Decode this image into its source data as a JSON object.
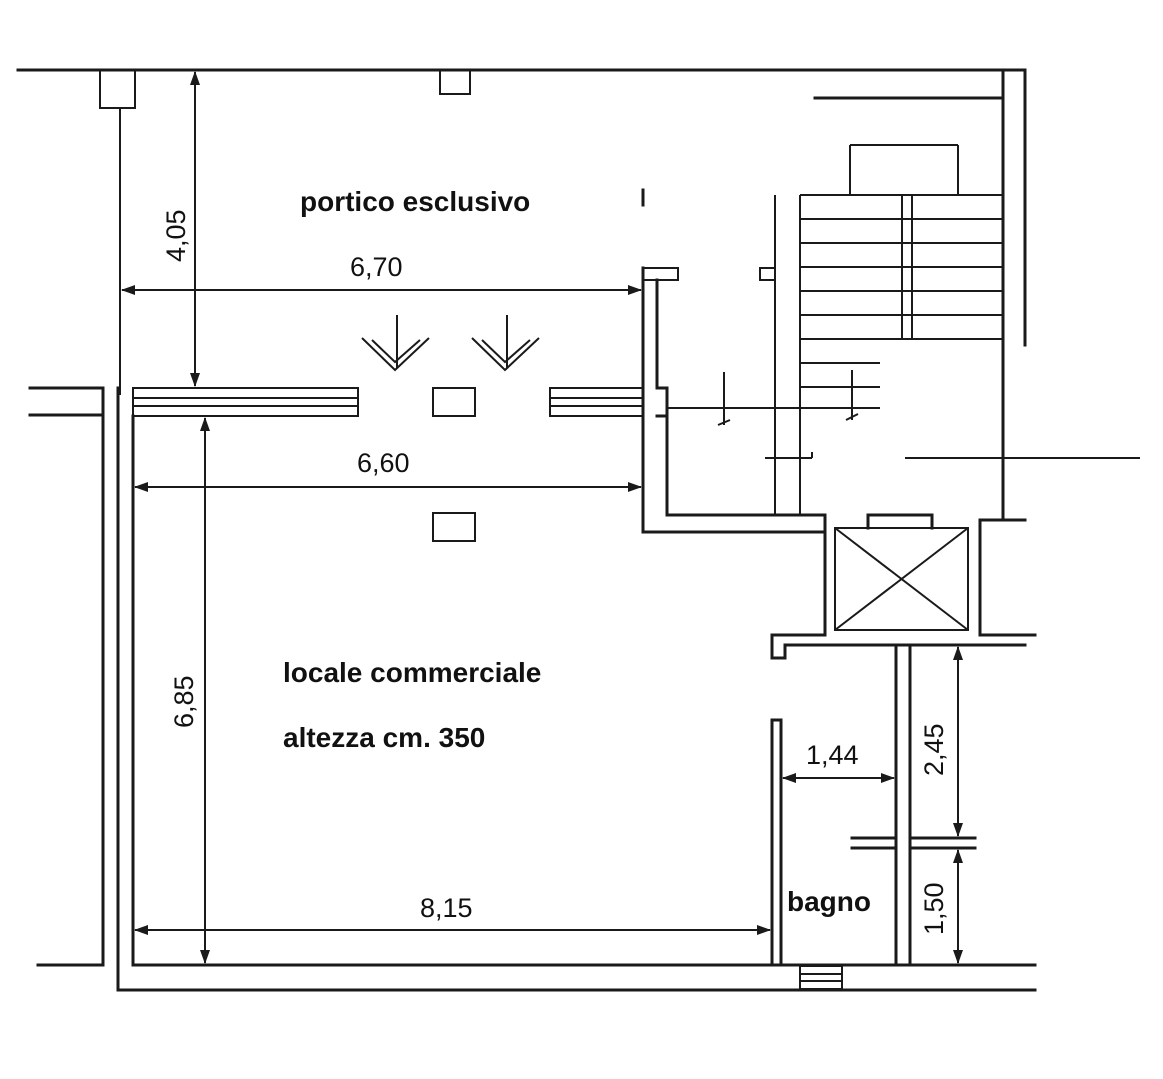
{
  "rooms": {
    "portico": "portico esclusivo",
    "locale": "locale commerciale",
    "altezza": "altezza cm. 350",
    "bagno": "bagno"
  },
  "dimensions": {
    "portico_depth": "4,05",
    "portico_width": "6,70",
    "entrance_width": "6,60",
    "locale_depth": "6,85",
    "locale_width": "8,15",
    "bagno_width": "1,44",
    "corridor_len": "2,45",
    "bagno_len": "1,50"
  },
  "colors": {
    "line": "#1a1a1a",
    "background": "#ffffff"
  }
}
